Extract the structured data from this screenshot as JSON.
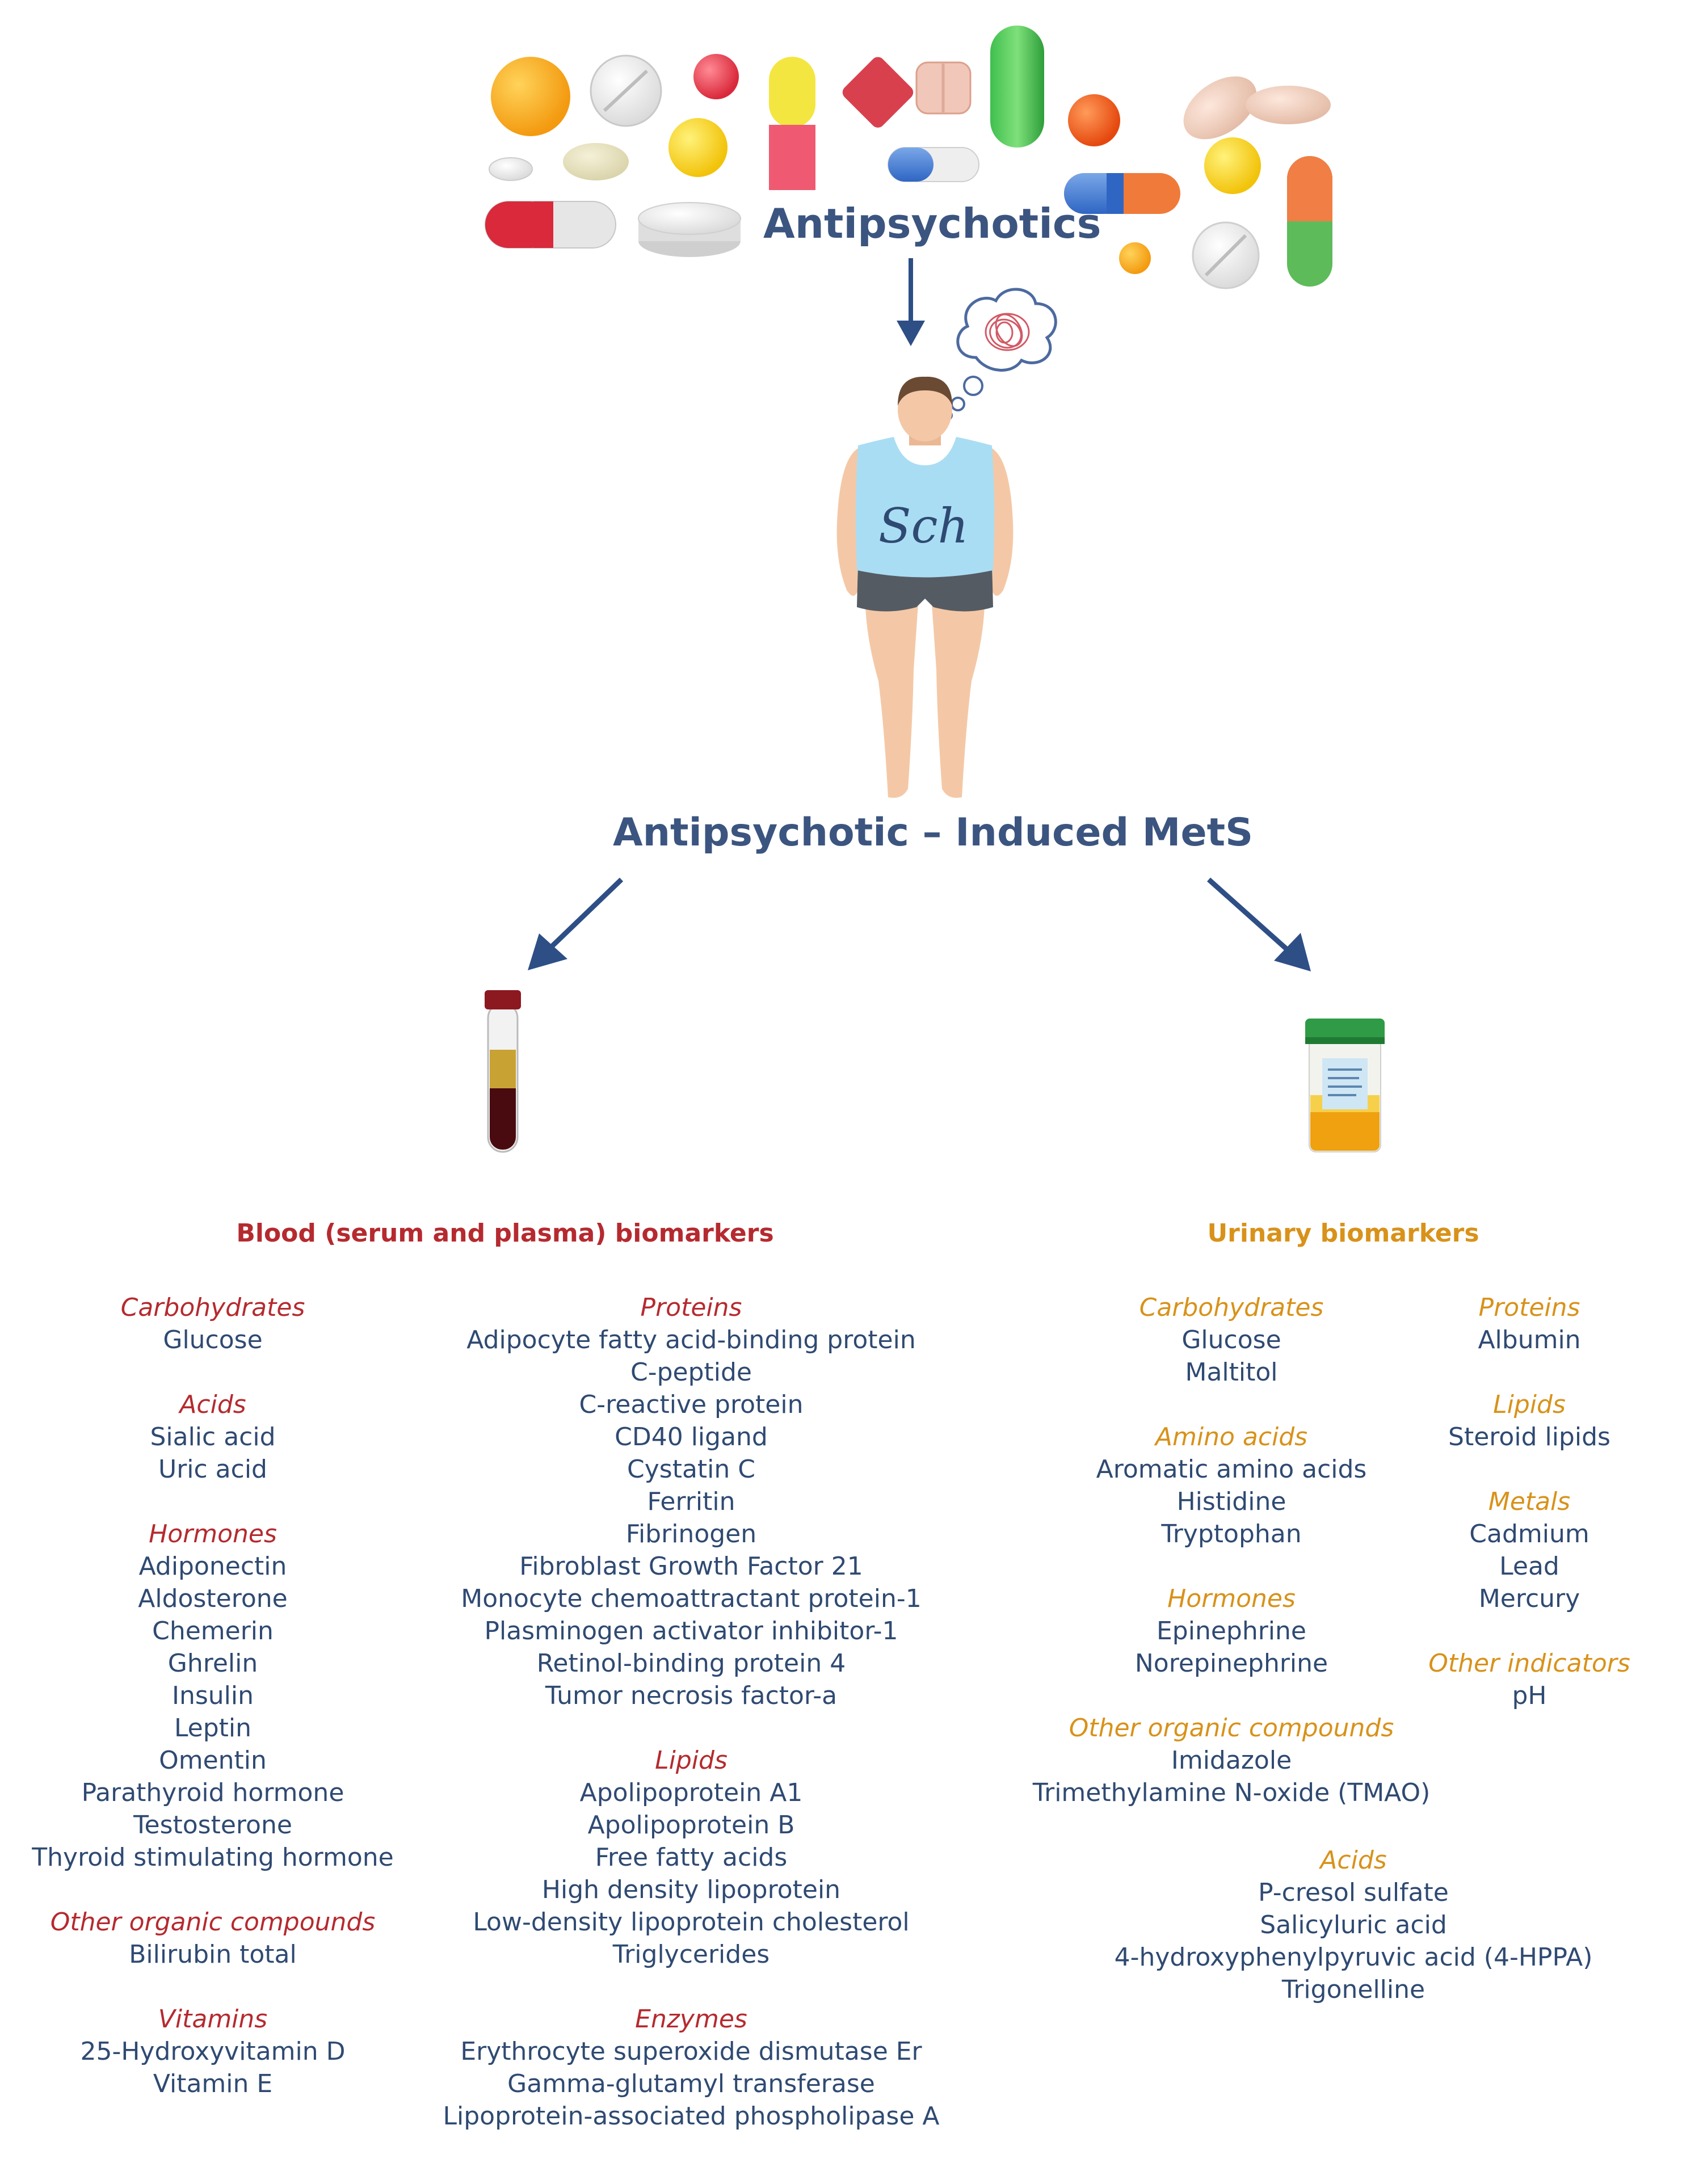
{
  "diagram": {
    "top_title": "Antipsychotics",
    "shirt_label": "Sch",
    "middle_title": "Antipsychotic – Induced MetS",
    "blood": {
      "title": "Blood (serum and plasma) biomarkers",
      "left_column": [
        {
          "category": "Carbohydrates",
          "items": [
            "Glucose"
          ]
        },
        {
          "category": "Acids",
          "items": [
            "Sialic acid",
            "Uric acid"
          ]
        },
        {
          "category": "Hormones",
          "items": [
            "Adiponectin",
            "Aldosterone",
            "Chemerin",
            "Ghrelin",
            "Insulin",
            "Leptin",
            "Omentin",
            "Parathyroid hormone",
            "Testosterone",
            "Thyroid stimulating hormone"
          ]
        },
        {
          "category": "Other organic compounds",
          "items": [
            "Bilirubin total"
          ]
        },
        {
          "category": "Vitamins",
          "items": [
            "25-Hydroxyvitamin D",
            "Vitamin E"
          ]
        }
      ],
      "right_column": [
        {
          "category": "Proteins",
          "items": [
            "Adipocyte fatty acid-binding protein",
            "C-peptide",
            "C-reactive protein",
            "CD40 ligand",
            "Cystatin C",
            "Ferritin",
            "Fibrinogen",
            "Fibroblast Growth Factor 21",
            "Monocyte chemoattractant protein-1",
            "Plasminogen activator inhibitor-1",
            "Retinol-binding protein 4",
            "Tumor necrosis factor-a"
          ]
        },
        {
          "category": "Lipids",
          "items": [
            "Apolipoprotein A1",
            "Apolipoprotein B",
            "Free fatty acids",
            "High density lipoprotein",
            "Low-density lipoprotein cholesterol",
            "Triglycerides"
          ]
        },
        {
          "category": "Enzymes",
          "items": [
            "Erythrocyte superoxide dismutase Er",
            "Gamma-glutamyl transferase",
            "Lipoprotein-associated phospholipase A"
          ]
        }
      ]
    },
    "urine": {
      "title": "Urinary biomarkers",
      "left_column": [
        {
          "category": "Carbohydrates",
          "items": [
            "Glucose",
            "Maltitol"
          ]
        },
        {
          "category": "Amino acids",
          "items": [
            "Aromatic amino acids",
            "Histidine",
            "Tryptophan"
          ]
        },
        {
          "category": "Hormones",
          "items": [
            "Epinephrine",
            "Norepinephrine"
          ]
        },
        {
          "category": "Other organic compounds",
          "items": [
            "Imidazole",
            "Trimethylamine N-oxide (TMAO)"
          ]
        }
      ],
      "right_column": [
        {
          "category": "Proteins",
          "items": [
            "Albumin"
          ]
        },
        {
          "category": "Lipids",
          "items": [
            "Steroid lipids"
          ]
        },
        {
          "category": "Metals",
          "items": [
            "Cadmium",
            "Lead",
            "Mercury"
          ]
        },
        {
          "category": "Other indicators",
          "items": [
            "pH"
          ]
        }
      ],
      "acids": {
        "category": "Acids",
        "items": [
          "P-cresol sulfate",
          "Salicyluric acid",
          "4-hydroxyphenylpyruvic acid (4-HPPA)",
          "Trigonelline"
        ]
      }
    },
    "colors": {
      "title_blue": "#3b5580",
      "text_blue": "#2f4a72",
      "blood_red": "#b52a2f",
      "urine_orange": "#d8921a",
      "arrow_blue": "#2e4e86"
    },
    "icons": [
      "pill-icon",
      "capsule-icon",
      "tablet-icon",
      "thought-bubble-icon",
      "person-icon",
      "blood-tube-icon",
      "urine-container-icon",
      "arrow-down-icon"
    ]
  }
}
